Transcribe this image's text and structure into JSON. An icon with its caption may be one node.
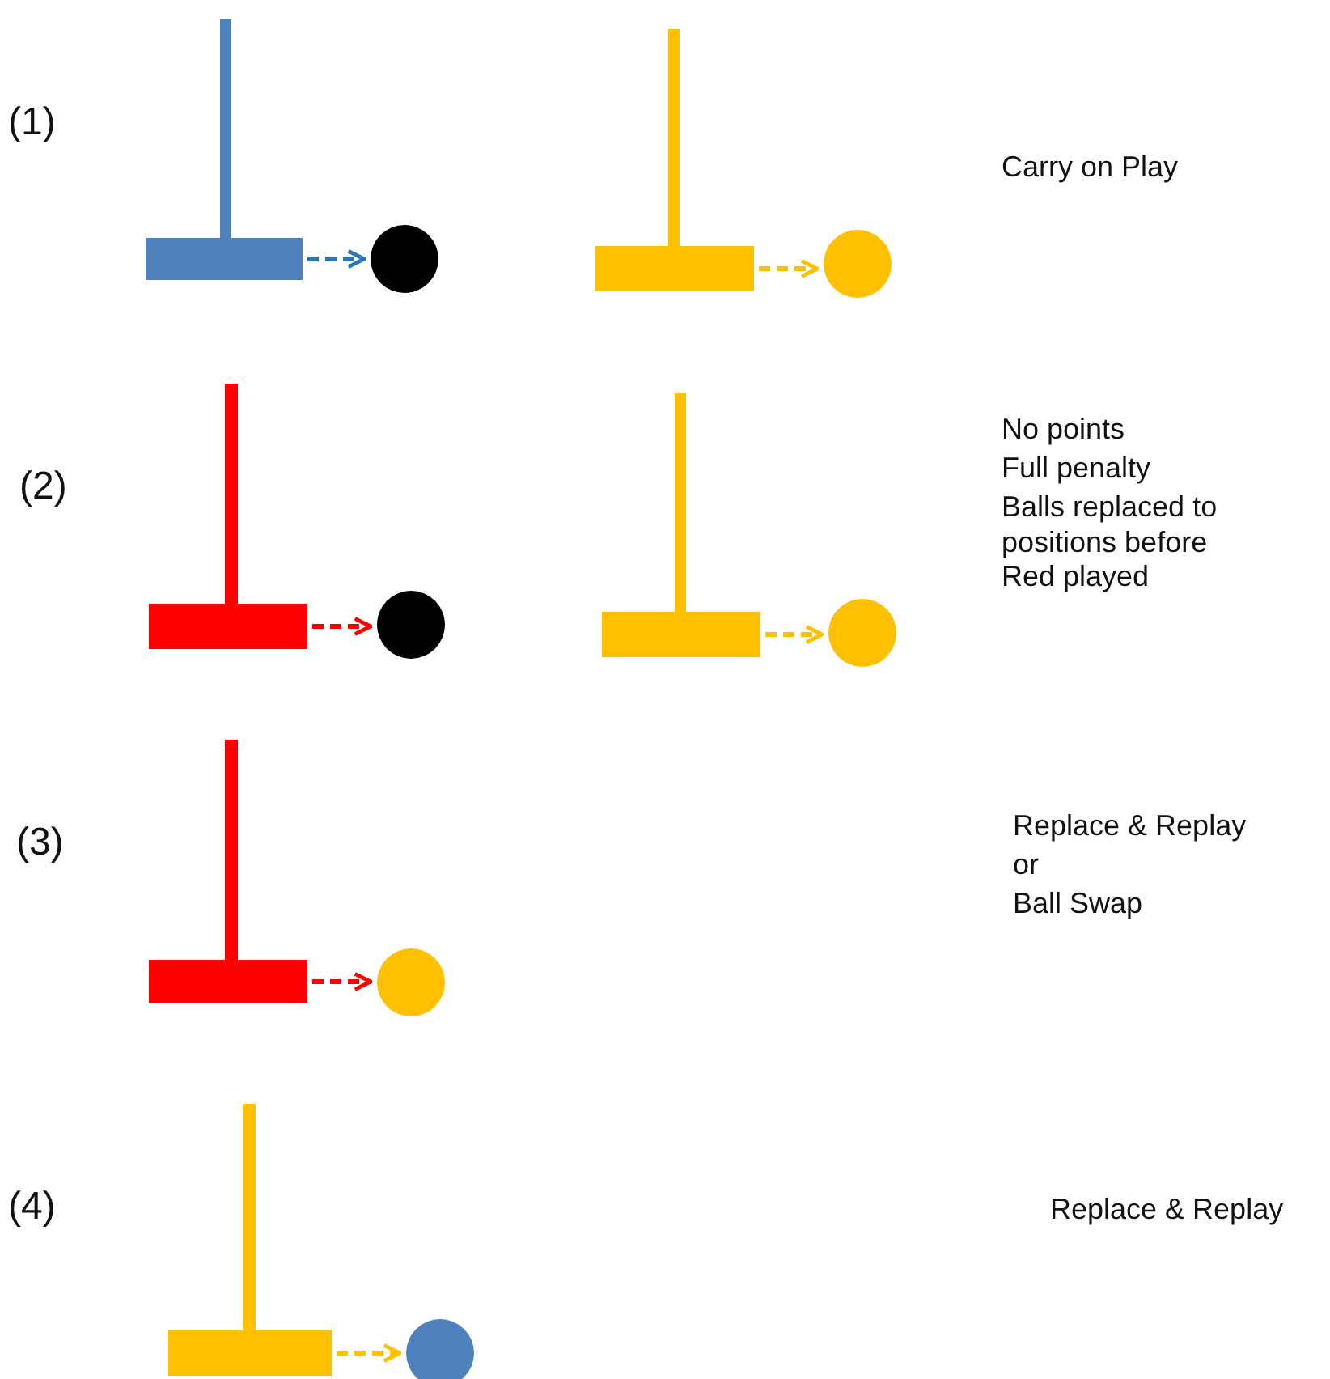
{
  "diagram": {
    "nodes": [
      {
        "text": [],
        "shape": "mallet"
      },
      {
        "text": [],
        "shape": "circle"
      },
      {
        "text": [],
        "shape": "mallet"
      },
      {
        "text": [],
        "shape": "circle"
      },
      {
        "text": [],
        "shape": "mallet"
      },
      {
        "text": [],
        "shape": "circle"
      },
      {
        "text": [],
        "shape": "mallet"
      },
      {
        "text": [],
        "shape": "circle"
      },
      {
        "text": [],
        "shape": "mallet"
      },
      {
        "text": [],
        "shape": "circle"
      },
      {
        "text": [],
        "shape": "mallet"
      },
      {
        "text": [],
        "shape": "circle"
      }
    ],
    "edges": [
      {
        "from": 0,
        "to": 1,
        "arrow": "to",
        "style": "dashed",
        "color": "#2e75b6"
      },
      {
        "from": 2,
        "to": 3,
        "arrow": "to",
        "style": "dashed"
      },
      {
        "from": 4,
        "to": 5,
        "arrow": "to",
        "style": "dashed",
        "color": "#ff0000"
      },
      {
        "from": 6,
        "to": 7,
        "arrow": "to",
        "style": "dashed"
      },
      {
        "from": 8,
        "to": 9,
        "arrow": "to",
        "style": "dashed",
        "color": "#ff0000"
      },
      {
        "from": 10,
        "to": 11,
        "arrow": "to",
        "style": "dashed"
      }
    ],
    "labels": [
      "(1)",
      "Carry on Play",
      "(2)",
      "No points",
      "Full penalty",
      "Balls replaced to positions before Red played",
      "(3)",
      "Replace & Replay",
      "or",
      "Ball Swap",
      "(4)",
      "Replace & Replay"
    ]
  }
}
